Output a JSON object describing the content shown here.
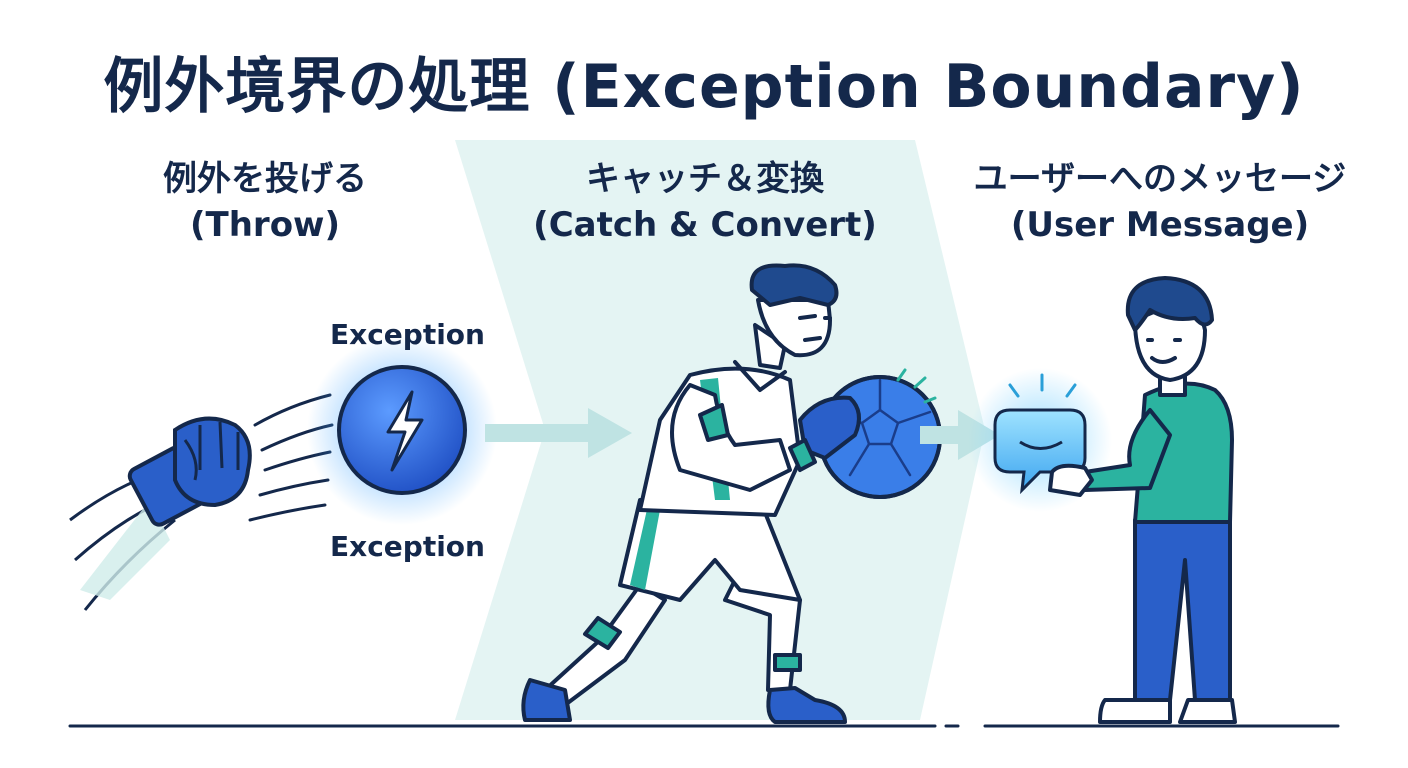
{
  "title": "例外境界の処理 (Exception Boundary)",
  "sections": {
    "throw": {
      "label_jp": "例外を投げる",
      "label_en": "(Throw)"
    },
    "catch": {
      "label_jp": "キャッチ＆変換",
      "label_en": "(Catch & Convert)"
    },
    "user": {
      "label_jp": "ユーザーへのメッセージ",
      "label_en": "(User Message)"
    }
  },
  "exception_labels": {
    "top": "Exception",
    "bottom": "Exception"
  },
  "colors": {
    "navy": "#14284b",
    "blue": "#2a5fc9",
    "teal": "#2bb3a0",
    "panel": "#e4f4f3",
    "glow": "#4aa8ff"
  },
  "icons": [
    "fist-icon",
    "lightning-ball-icon",
    "arrow-right-icon",
    "goalkeeper-figure",
    "soccer-ball-icon",
    "chat-bubble-icon",
    "user-figure"
  ]
}
